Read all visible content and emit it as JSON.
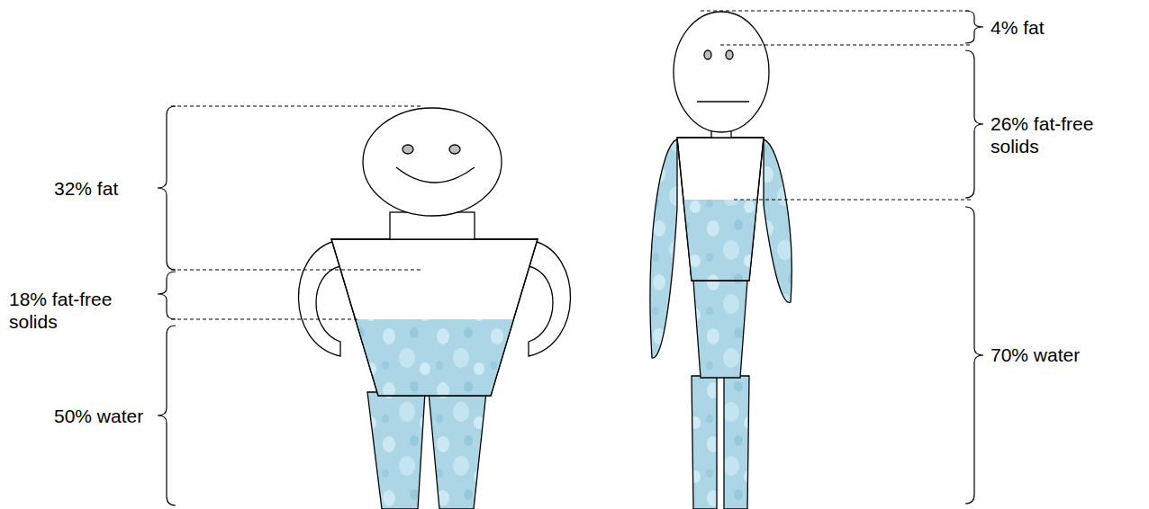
{
  "diagram": {
    "labels": [
      "32% fat",
      "18% fat-free solids",
      "50% water",
      "4% fat",
      "26% fat-free solids",
      "70% water"
    ]
  }
}
